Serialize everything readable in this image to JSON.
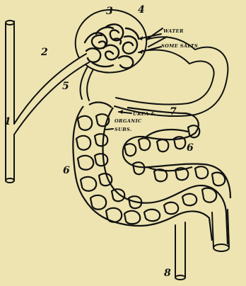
{
  "labels": {
    "n1": "1",
    "n2": "2",
    "n3": "3",
    "n4": "4",
    "n5": "5",
    "n6a": "6",
    "n6b": "6",
    "n7": "7",
    "n8": "8",
    "water": "WATER",
    "salts": "SOME SALTS",
    "urea1": "UREA &",
    "urea2": "ORGANIC",
    "urea3": "SUBS."
  },
  "colors": {
    "background": "#ede4b1",
    "ink": "#111111"
  }
}
